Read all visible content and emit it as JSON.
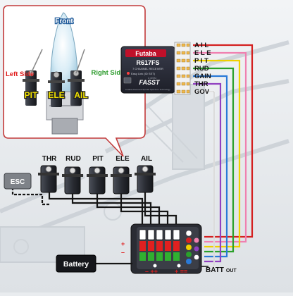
{
  "callout": {
    "front_label": "Front",
    "left_label": "Left Side",
    "right_label": "Right Side",
    "servo_labels": [
      "PIT",
      "ELE",
      "AIL"
    ]
  },
  "receiver": {
    "brand": "Futaba",
    "model": "R617FS",
    "subtitle": "7 CHANNEL RECEIVER",
    "link_text": "Easy Link (ID SET)",
    "badge_small": "2.4GHz",
    "badge": "FASST",
    "footer_text": "Futaba Advanced Spread Spectrum Technology"
  },
  "channels": [
    {
      "label": "A I L",
      "color": "#d42020"
    },
    {
      "label": "E L E",
      "color": "#f080b0"
    },
    {
      "label": "P I T",
      "color": "#f0d000"
    },
    {
      "label": "RUD",
      "color": "#2aa02a"
    },
    {
      "label": "GAIN",
      "color": "#2a7ad8"
    },
    {
      "label": "THR",
      "color": "#9040c0"
    },
    {
      "label": "GOV",
      "color": "#ffffff"
    }
  ],
  "servos": {
    "labels": [
      "THR",
      "RUD",
      "PIT",
      "ELE",
      "AIL"
    ]
  },
  "esc": {
    "label": "ESC"
  },
  "battery": {
    "label": "Battery"
  },
  "batt_out": {
    "label": "BATT",
    "suffix": "OUT"
  },
  "colors": {
    "wire_black": "#151515",
    "callout_border": "#c23a3a",
    "receiver_body": "#2b2d3a",
    "receiver_label_bg": "#c0102a",
    "left_side": "#e01818",
    "right_side": "#2a9a2a",
    "servo_label": "#f0e000"
  }
}
